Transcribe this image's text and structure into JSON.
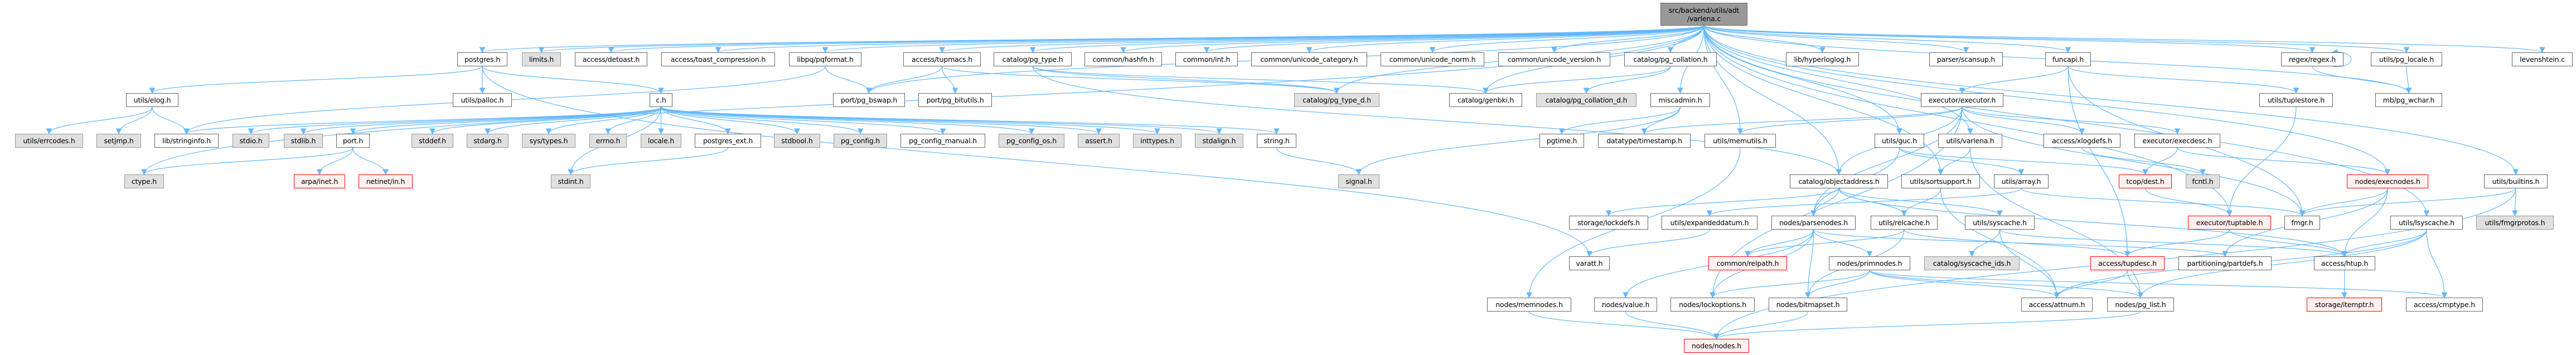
{
  "title": "src/backend/utils/adt/varlena.c include dependency graph",
  "colors": {
    "edge": "#63b8ff",
    "external_fill": "#e0e0e0",
    "truncated_border": "#ff0000",
    "root_fill": "#999999"
  },
  "nodes": [
    {
      "id": "root",
      "label": "src/backend/utils/adt\n/varlena.c",
      "kind": "root"
    },
    {
      "id": "postgres",
      "label": "postgres.h",
      "kind": "normal"
    },
    {
      "id": "limits",
      "label": "limits.h",
      "kind": "ext"
    },
    {
      "id": "detoast",
      "label": "access/detoast.h",
      "kind": "normal"
    },
    {
      "id": "toastcomp",
      "label": "access/toast_compression.h",
      "kind": "normal"
    },
    {
      "id": "pqformat",
      "label": "libpq/pqformat.h",
      "kind": "normal"
    },
    {
      "id": "tupmacs",
      "label": "access/tupmacs.h",
      "kind": "normal"
    },
    {
      "id": "pgtype",
      "label": "catalog/pg_type.h",
      "kind": "normal"
    },
    {
      "id": "hashfn",
      "label": "common/hashfn.h",
      "kind": "normal"
    },
    {
      "id": "int",
      "label": "common/int.h",
      "kind": "normal"
    },
    {
      "id": "ucat",
      "label": "common/unicode_category.h",
      "kind": "normal"
    },
    {
      "id": "unorm",
      "label": "common/unicode_norm.h",
      "kind": "normal"
    },
    {
      "id": "uver",
      "label": "common/unicode_version.h",
      "kind": "normal"
    },
    {
      "id": "pgcoll",
      "label": "catalog/pg_collation.h",
      "kind": "normal"
    },
    {
      "id": "hll",
      "label": "lib/hyperloglog.h",
      "kind": "normal"
    },
    {
      "id": "scansup",
      "label": "parser/scansup.h",
      "kind": "normal"
    },
    {
      "id": "funcapi",
      "label": "funcapi.h",
      "kind": "normal"
    },
    {
      "id": "regex",
      "label": "regex/regex.h",
      "kind": "normal"
    },
    {
      "id": "pglocale",
      "label": "utils/pg_locale.h",
      "kind": "normal"
    },
    {
      "id": "leven",
      "label": "levenshtein.c",
      "kind": "normal"
    },
    {
      "id": "elog",
      "label": "utils/elog.h",
      "kind": "normal"
    },
    {
      "id": "palloc",
      "label": "utils/palloc.h",
      "kind": "normal"
    },
    {
      "id": "ch",
      "label": "c.h",
      "kind": "normal"
    },
    {
      "id": "bswap",
      "label": "port/pg_bswap.h",
      "kind": "normal"
    },
    {
      "id": "bitutils",
      "label": "port/pg_bitutils.h",
      "kind": "normal"
    },
    {
      "id": "pgtyped",
      "label": "catalog/pg_type_d.h",
      "kind": "ext"
    },
    {
      "id": "genbki",
      "label": "catalog/genbki.h",
      "kind": "normal"
    },
    {
      "id": "pgcolld",
      "label": "catalog/pg_collation_d.h",
      "kind": "ext"
    },
    {
      "id": "miscadmin",
      "label": "miscadmin.h",
      "kind": "normal"
    },
    {
      "id": "executor",
      "label": "executor/executor.h",
      "kind": "normal"
    },
    {
      "id": "tuplestore",
      "label": "utils/tuplestore.h",
      "kind": "normal"
    },
    {
      "id": "pgwchar",
      "label": "mb/pg_wchar.h",
      "kind": "normal"
    },
    {
      "id": "errcodes",
      "label": "utils/errcodes.h",
      "kind": "ext"
    },
    {
      "id": "setjmp",
      "label": "setjmp.h",
      "kind": "ext"
    },
    {
      "id": "stringinfo",
      "label": "lib/stringinfo.h",
      "kind": "normal"
    },
    {
      "id": "stdio",
      "label": "stdio.h",
      "kind": "ext"
    },
    {
      "id": "stdlib",
      "label": "stdlib.h",
      "kind": "ext"
    },
    {
      "id": "port",
      "label": "port.h",
      "kind": "normal"
    },
    {
      "id": "stddef",
      "label": "stddef.h",
      "kind": "ext"
    },
    {
      "id": "stdarg",
      "label": "stdarg.h",
      "kind": "ext"
    },
    {
      "id": "systypes",
      "label": "sys/types.h",
      "kind": "ext"
    },
    {
      "id": "errno",
      "label": "errno.h",
      "kind": "ext"
    },
    {
      "id": "locale",
      "label": "locale.h",
      "kind": "ext"
    },
    {
      "id": "pgext",
      "label": "postgres_ext.h",
      "kind": "normal"
    },
    {
      "id": "stdbool",
      "label": "stdbool.h",
      "kind": "ext"
    },
    {
      "id": "pgconfig",
      "label": "pg_config.h",
      "kind": "ext"
    },
    {
      "id": "pgcfgman",
      "label": "pg_config_manual.h",
      "kind": "normal"
    },
    {
      "id": "pgcfgos",
      "label": "pg_config_os.h",
      "kind": "ext"
    },
    {
      "id": "assert",
      "label": "assert.h",
      "kind": "ext"
    },
    {
      "id": "inttypes",
      "label": "inttypes.h",
      "kind": "ext"
    },
    {
      "id": "stdalign",
      "label": "stdalign.h",
      "kind": "ext"
    },
    {
      "id": "string",
      "label": "string.h",
      "kind": "normal"
    },
    {
      "id": "pgtime",
      "label": "pgtime.h",
      "kind": "normal"
    },
    {
      "id": "timestamp",
      "label": "datatype/timestamp.h",
      "kind": "normal"
    },
    {
      "id": "memutils",
      "label": "utils/memutils.h",
      "kind": "normal"
    },
    {
      "id": "guc",
      "label": "utils/guc.h",
      "kind": "normal"
    },
    {
      "id": "uvarlena",
      "label": "utils/varlena.h",
      "kind": "normal"
    },
    {
      "id": "xlogdefs",
      "label": "access/xlogdefs.h",
      "kind": "normal"
    },
    {
      "id": "execdesc",
      "label": "executor/execdesc.h",
      "kind": "normal"
    },
    {
      "id": "execnodes",
      "label": "nodes/execnodes.h",
      "kind": "trunc"
    },
    {
      "id": "builtins",
      "label": "utils/builtins.h",
      "kind": "normal"
    },
    {
      "id": "ctype",
      "label": "ctype.h",
      "kind": "ext"
    },
    {
      "id": "arpainet",
      "label": "arpa/inet.h",
      "kind": "trunc"
    },
    {
      "id": "netinet",
      "label": "netinet/in.h",
      "kind": "trunc"
    },
    {
      "id": "stdint",
      "label": "stdint.h",
      "kind": "ext"
    },
    {
      "id": "signal",
      "label": "signal.h",
      "kind": "ext"
    },
    {
      "id": "objaddr",
      "label": "catalog/objectaddress.h",
      "kind": "normal"
    },
    {
      "id": "sortsupport",
      "label": "utils/sortsupport.h",
      "kind": "normal"
    },
    {
      "id": "array",
      "label": "utils/array.h",
      "kind": "normal"
    },
    {
      "id": "dest",
      "label": "tcop/dest.h",
      "kind": "trunc"
    },
    {
      "id": "fcntl",
      "label": "fcntl.h",
      "kind": "ext"
    },
    {
      "id": "lockdefs",
      "label": "storage/lockdefs.h",
      "kind": "normal"
    },
    {
      "id": "expanded",
      "label": "utils/expandeddatum.h",
      "kind": "normal"
    },
    {
      "id": "parsenodes",
      "label": "nodes/parsenodes.h",
      "kind": "normal"
    },
    {
      "id": "relcache",
      "label": "utils/relcache.h",
      "kind": "normal"
    },
    {
      "id": "syscache",
      "label": "utils/syscache.h",
      "kind": "normal"
    },
    {
      "id": "tuptable",
      "label": "executor/tuptable.h",
      "kind": "trunc"
    },
    {
      "id": "fmgr",
      "label": "fmgr.h",
      "kind": "normal"
    },
    {
      "id": "lsyscache",
      "label": "utils/lsyscache.h",
      "kind": "normal"
    },
    {
      "id": "fmgrprotos",
      "label": "utils/fmgrprotos.h",
      "kind": "ext"
    },
    {
      "id": "varatt",
      "label": "varatt.h",
      "kind": "normal"
    },
    {
      "id": "relpath",
      "label": "common/relpath.h",
      "kind": "trunc"
    },
    {
      "id": "primnodes",
      "label": "nodes/primnodes.h",
      "kind": "normal"
    },
    {
      "id": "syscacheids",
      "label": "catalog/syscache_ids.h",
      "kind": "ext"
    },
    {
      "id": "tupdesc",
      "label": "access/tupdesc.h",
      "kind": "trunc"
    },
    {
      "id": "partdefs",
      "label": "partitioning/partdefs.h",
      "kind": "normal"
    },
    {
      "id": "htup",
      "label": "access/htup.h",
      "kind": "normal"
    },
    {
      "id": "memnodes",
      "label": "nodes/memnodes.h",
      "kind": "normal"
    },
    {
      "id": "value",
      "label": "nodes/value.h",
      "kind": "normal"
    },
    {
      "id": "lockoptions",
      "label": "nodes/lockoptions.h",
      "kind": "normal"
    },
    {
      "id": "bitmapset",
      "label": "nodes/bitmapset.h",
      "kind": "normal"
    },
    {
      "id": "attnum",
      "label": "access/attnum.h",
      "kind": "normal"
    },
    {
      "id": "pglist",
      "label": "nodes/pg_list.h",
      "kind": "normal"
    },
    {
      "id": "itemptr",
      "label": "storage/itemptr.h",
      "kind": "trunc"
    },
    {
      "id": "cmptype",
      "label": "access/cmptype.h",
      "kind": "normal"
    },
    {
      "id": "nodes",
      "label": "nodes/nodes.h",
      "kind": "trunc"
    }
  ],
  "edges": [
    [
      "root",
      "postgres"
    ],
    [
      "root",
      "limits"
    ],
    [
      "root",
      "detoast"
    ],
    [
      "root",
      "toastcomp"
    ],
    [
      "root",
      "pqformat"
    ],
    [
      "root",
      "tupmacs"
    ],
    [
      "root",
      "pgtype"
    ],
    [
      "root",
      "hashfn"
    ],
    [
      "root",
      "int"
    ],
    [
      "root",
      "ucat"
    ],
    [
      "root",
      "unorm"
    ],
    [
      "root",
      "uver"
    ],
    [
      "root",
      "pgcoll"
    ],
    [
      "root",
      "hll"
    ],
    [
      "root",
      "scansup"
    ],
    [
      "root",
      "funcapi"
    ],
    [
      "root",
      "regex"
    ],
    [
      "root",
      "pglocale"
    ],
    [
      "root",
      "leven"
    ],
    [
      "root",
      "ctype"
    ],
    [
      "root",
      "bswap"
    ],
    [
      "root",
      "miscadmin"
    ],
    [
      "root",
      "memutils"
    ],
    [
      "root",
      "guc"
    ],
    [
      "root",
      "uvarlena"
    ],
    [
      "root",
      "sortsupport"
    ],
    [
      "root",
      "pgwchar"
    ],
    [
      "root",
      "execnodes"
    ],
    [
      "root",
      "tuptable"
    ],
    [
      "root",
      "lsyscache"
    ],
    [
      "root",
      "builtins"
    ],
    [
      "root",
      "pgtyped"
    ],
    [
      "root",
      "genbki"
    ],
    [
      "root",
      "objaddr"
    ],
    [
      "postgres",
      "elog"
    ],
    [
      "postgres",
      "palloc"
    ],
    [
      "postgres",
      "ch"
    ],
    [
      "postgres",
      "varatt"
    ],
    [
      "elog",
      "errcodes"
    ],
    [
      "elog",
      "setjmp"
    ],
    [
      "elog",
      "stringinfo"
    ],
    [
      "ch",
      "stdio"
    ],
    [
      "ch",
      "stdlib"
    ],
    [
      "ch",
      "port"
    ],
    [
      "ch",
      "stddef"
    ],
    [
      "ch",
      "stdarg"
    ],
    [
      "ch",
      "systypes"
    ],
    [
      "ch",
      "errno"
    ],
    [
      "ch",
      "locale"
    ],
    [
      "ch",
      "pgext"
    ],
    [
      "ch",
      "stdbool"
    ],
    [
      "ch",
      "pgconfig"
    ],
    [
      "ch",
      "pgcfgman"
    ],
    [
      "ch",
      "pgcfgos"
    ],
    [
      "ch",
      "assert"
    ],
    [
      "ch",
      "inttypes"
    ],
    [
      "ch",
      "stdalign"
    ],
    [
      "ch",
      "string"
    ],
    [
      "ch",
      "stdint"
    ],
    [
      "ch",
      "stringinfo"
    ],
    [
      "port",
      "ctype"
    ],
    [
      "port",
      "arpainet"
    ],
    [
      "port",
      "netinet"
    ],
    [
      "pgext",
      "stdint"
    ],
    [
      "string",
      "signal"
    ],
    [
      "miscadmin",
      "signal"
    ],
    [
      "miscadmin",
      "pgtime"
    ],
    [
      "miscadmin",
      "timestamp"
    ],
    [
      "pqformat",
      "stringinfo"
    ],
    [
      "pqformat",
      "bswap"
    ],
    [
      "tupmacs",
      "bswap"
    ],
    [
      "tupmacs",
      "bitutils"
    ],
    [
      "tupmacs",
      "pgtyped"
    ],
    [
      "pgtype",
      "genbki"
    ],
    [
      "pgtype",
      "pgtyped"
    ],
    [
      "pgtype",
      "objaddr"
    ],
    [
      "pgcoll",
      "genbki"
    ],
    [
      "pgcoll",
      "pgcolld"
    ],
    [
      "memutils",
      "memnodes"
    ],
    [
      "memnodes",
      "nodes"
    ],
    [
      "value",
      "nodes"
    ],
    [
      "bitmapset",
      "nodes"
    ],
    [
      "pglist",
      "nodes"
    ],
    [
      "funcapi",
      "executor"
    ],
    [
      "funcapi",
      "tuplestore"
    ],
    [
      "funcapi",
      "tupdesc"
    ],
    [
      "funcapi",
      "fmgr"
    ],
    [
      "executor",
      "memutils"
    ],
    [
      "executor",
      "timestamp"
    ],
    [
      "executor",
      "xlogdefs"
    ],
    [
      "executor",
      "execdesc"
    ],
    [
      "executor",
      "parsenodes"
    ],
    [
      "executor",
      "objaddr"
    ],
    [
      "executor",
      "fmgr"
    ],
    [
      "executor",
      "lockoptions"
    ],
    [
      "execdesc",
      "dest"
    ],
    [
      "execdesc",
      "execnodes"
    ],
    [
      "xlogdefs",
      "fcntl"
    ],
    [
      "dest",
      "tuptable"
    ],
    [
      "tuptable",
      "tupdesc"
    ],
    [
      "tuptable",
      "htup"
    ],
    [
      "guc",
      "parsenodes"
    ],
    [
      "guc",
      "dest"
    ],
    [
      "guc",
      "array"
    ],
    [
      "uvarlena",
      "sortsupport"
    ],
    [
      "uvarlena",
      "pglist"
    ],
    [
      "sortsupport",
      "relcache"
    ],
    [
      "sortsupport",
      "attnum"
    ],
    [
      "array",
      "expanded"
    ],
    [
      "array",
      "fmgr"
    ],
    [
      "objaddr",
      "lockdefs"
    ],
    [
      "objaddr",
      "parsenodes"
    ],
    [
      "objaddr",
      "relcache"
    ],
    [
      "objaddr",
      "syscache"
    ],
    [
      "objaddr",
      "htup"
    ],
    [
      "parsenodes",
      "relpath"
    ],
    [
      "parsenodes",
      "primnodes"
    ],
    [
      "parsenodes",
      "lockoptions"
    ],
    [
      "parsenodes",
      "bitmapset"
    ],
    [
      "parsenodes",
      "value"
    ],
    [
      "parsenodes",
      "partdefs"
    ],
    [
      "relcache",
      "relpath"
    ],
    [
      "relcache",
      "tupdesc"
    ],
    [
      "relcache",
      "bitmapset"
    ],
    [
      "syscache",
      "syscacheids"
    ],
    [
      "syscache",
      "attnum"
    ],
    [
      "syscache",
      "htup"
    ],
    [
      "primnodes",
      "lockoptions"
    ],
    [
      "primnodes",
      "bitmapset"
    ],
    [
      "primnodes",
      "attnum"
    ],
    [
      "primnodes",
      "pglist"
    ],
    [
      "primnodes",
      "cmptype"
    ],
    [
      "tupdesc",
      "attnum"
    ],
    [
      "tupdesc",
      "pglist"
    ],
    [
      "expanded",
      "varatt"
    ],
    [
      "tuplestore",
      "tuptable"
    ],
    [
      "regex",
      "regex"
    ],
    [
      "regex",
      "pgwchar"
    ],
    [
      "pglocale",
      "pgwchar"
    ],
    [
      "execnodes",
      "fmgr"
    ],
    [
      "execnodes",
      "htup"
    ],
    [
      "execnodes",
      "partdefs"
    ],
    [
      "builtins",
      "fmgr"
    ],
    [
      "builtins",
      "fmgrprotos"
    ],
    [
      "builtins",
      "nodes"
    ],
    [
      "lsyscache",
      "htup"
    ],
    [
      "lsyscache",
      "cmptype"
    ],
    [
      "lsyscache",
      "pglist"
    ],
    [
      "lsyscache",
      "attnum"
    ],
    [
      "htup",
      "itemptr"
    ]
  ]
}
